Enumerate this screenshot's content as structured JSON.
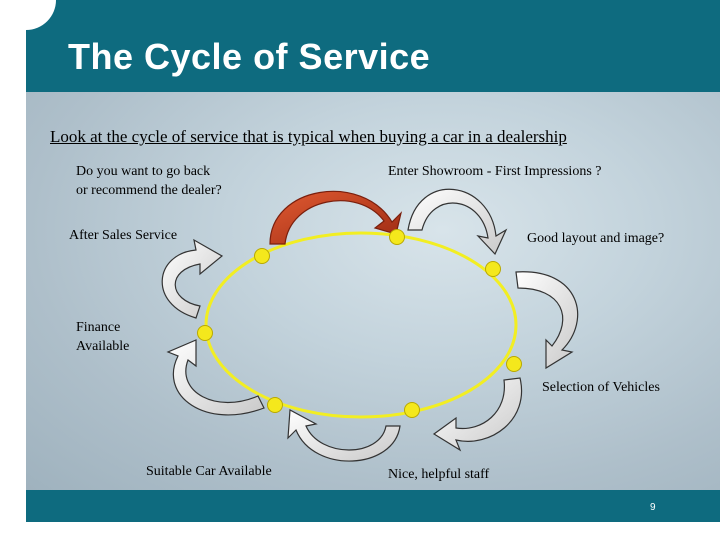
{
  "slide": {
    "title": "The Cycle of Service",
    "subtitle": "Look at the cycle of service that is typical when buying a car in a dealership",
    "page_number": "9"
  },
  "labels": {
    "go_back_line1": "Do you want to go back",
    "go_back_line2": "or recommend the dealer?",
    "enter_showroom": "Enter Showroom - First Impressions ?",
    "after_sales": "After Sales Service",
    "good_layout": "Good layout and image?",
    "finance_line1": "Finance",
    "finance_line2": "Available",
    "selection": "Selection of Vehicles",
    "suitable_car": "Suitable Car Available",
    "helpful_staff": "Nice, helpful staff"
  },
  "colors": {
    "header": "#0e6b7f",
    "cycle_ellipse": "#f2ee22",
    "node_fill": "#f4e81c",
    "highlight_arrow": "#c0391b",
    "arrow_fill": "#e4e4e4"
  }
}
